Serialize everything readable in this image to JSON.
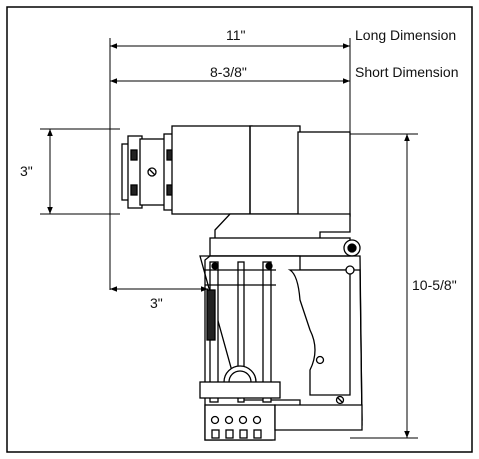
{
  "labels": {
    "long_value": "11\"",
    "long_caption": "Long Dimension",
    "short_value": "8-3/8\"",
    "short_caption": "Short Dimension",
    "left_height": "3\"",
    "bottom_offset": "3\"",
    "right_height": "10-5/8\""
  }
}
